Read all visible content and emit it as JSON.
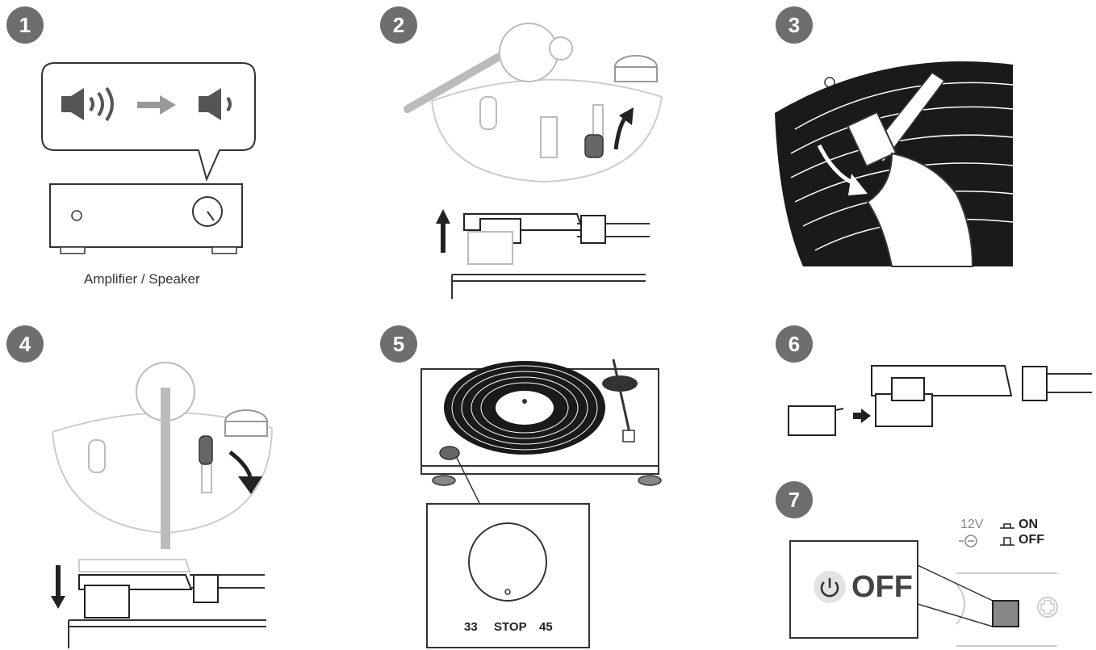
{
  "steps": [
    {
      "number": "1",
      "caption": "Amplifier / Speaker"
    },
    {
      "number": "2"
    },
    {
      "number": "3"
    },
    {
      "number": "4"
    },
    {
      "number": "5",
      "dial": {
        "left": "33",
        "middle": "STOP",
        "right": "45"
      }
    },
    {
      "number": "6"
    },
    {
      "number": "7",
      "voltage": "12V",
      "switch_on": "ON",
      "switch_off": "OFF",
      "power_state": "OFF"
    }
  ],
  "colors": {
    "badge": "#6e6e6e",
    "record": "#1a1a1a",
    "line": "#333333",
    "light": "#bbbbbb"
  },
  "icons": [
    "speaker-loud-icon",
    "arrow-right-icon",
    "speaker-quiet-icon",
    "power-icon",
    "polarity-minus-icon",
    "polarity-plus-icon"
  ]
}
